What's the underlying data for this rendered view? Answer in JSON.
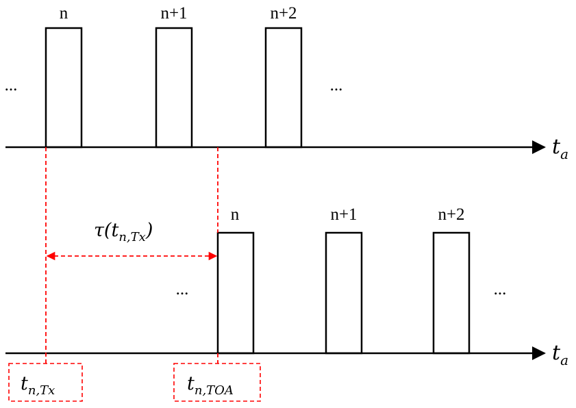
{
  "top_row": {
    "pulse_labels": [
      "n",
      "n+1",
      "n+2"
    ],
    "ellipsis_left": "...",
    "ellipsis_right": "...",
    "axis_label": {
      "main": "t",
      "sub": "a"
    }
  },
  "bottom_row": {
    "pulse_labels": [
      "n",
      "n+1",
      "n+2"
    ],
    "ellipsis_left": "...",
    "ellipsis_right": "...",
    "axis_label": {
      "main": "t",
      "sub": "a"
    }
  },
  "delay": {
    "main": "τ(t",
    "sub": "n,Tx",
    "close": ")"
  },
  "markers": {
    "tx": {
      "main": "t",
      "sub": "n,Tx"
    },
    "toa": {
      "main": "t",
      "sub": "n,TOA"
    }
  },
  "colors": {
    "line": "#000000",
    "dashed": "#ff0000"
  }
}
